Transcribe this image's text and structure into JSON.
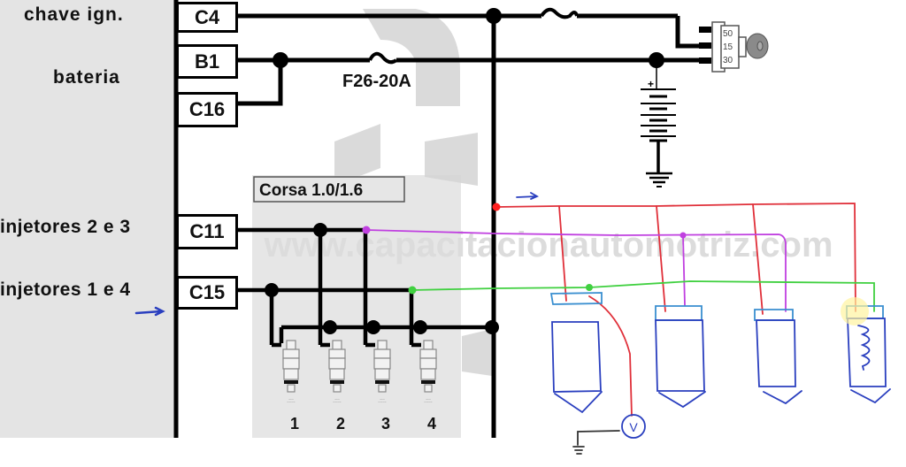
{
  "ecu_labels": {
    "ignition": "chave ign.",
    "battery": "bateria",
    "injectors_23": "injetores 2 e 3",
    "injectors_14": "injetores 1 e 4"
  },
  "pins": {
    "c4": "C4",
    "b1": "B1",
    "c16": "C16",
    "c11": "C11",
    "c15": "C15"
  },
  "fuse_label": "F26-20A",
  "model_label": "Corsa 1.0/1.6",
  "injector_numbers": [
    "1",
    "2",
    "3",
    "4"
  ],
  "ignition_switch_positions": [
    "50",
    "15",
    "30"
  ],
  "battery_plus": "+",
  "voltmeter_label": "V",
  "watermark": "www.capacitacionautomotriz.com",
  "colors": {
    "feed_line": "#e0303a",
    "injector_23_line": "#c040e0",
    "injector_14_line": "#40d040",
    "sketch_blue": "#2a3fbf",
    "panel_grey": "#e4e4e4"
  }
}
